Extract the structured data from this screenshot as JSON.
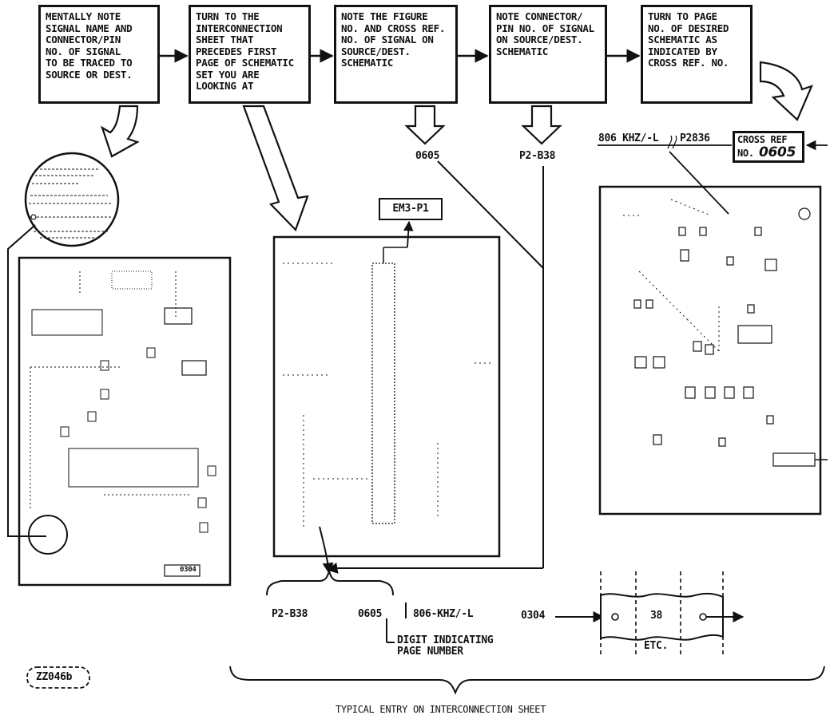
{
  "steps": [
    {
      "text": "MENTALLY NOTE\nSIGNAL NAME AND\nCONNECTOR/PIN\nNO. OF SIGNAL\nTO BE TRACED TO\nSOURCE OR DEST."
    },
    {
      "text": "TURN TO THE\nINTERCONNECTION\nSHEET THAT\nPRECEDES FIRST\nPAGE OF SCHEMATIC\nSET YOU ARE\nLOOKING AT"
    },
    {
      "text": "NOTE THE FIGURE\nNO. AND CROSS REF.\nNO. OF SIGNAL ON\nSOURCE/DEST.\nSCHEMATIC"
    },
    {
      "text": "NOTE CONNECTOR/\nPIN NO. OF SIGNAL\nON SOURCE/DEST.\nSCHEMATIC"
    },
    {
      "text": "TURN TO PAGE\nNO. OF DESIRED\nSCHEMATIC AS\nINDICATED BY\nCROSS REF. NO."
    }
  ],
  "labels": {
    "ref_0605": "0605",
    "pin_p2b38": "P2-B38",
    "em3_p1": "EM3-P1",
    "signal_806": "806 KHZ/-L",
    "connector_p2836": "P2836",
    "cross_ref_prefix": "CROSS REF",
    "cross_ref_no": "NO.",
    "cross_ref_value": "0605",
    "entry_pin": "P2-B38",
    "entry_page": "0605",
    "entry_signal": "806-KHZ/-L",
    "digit_note": "DIGIT INDICATING\nPAGE NUMBER",
    "from_page": "0304",
    "wire_number": "38",
    "etc": "ETC.",
    "left_page_no": "0304",
    "figure_id": "ZZ046b",
    "caption": "TYPICAL ENTRY ON INTERCONNECTION SHEET"
  }
}
